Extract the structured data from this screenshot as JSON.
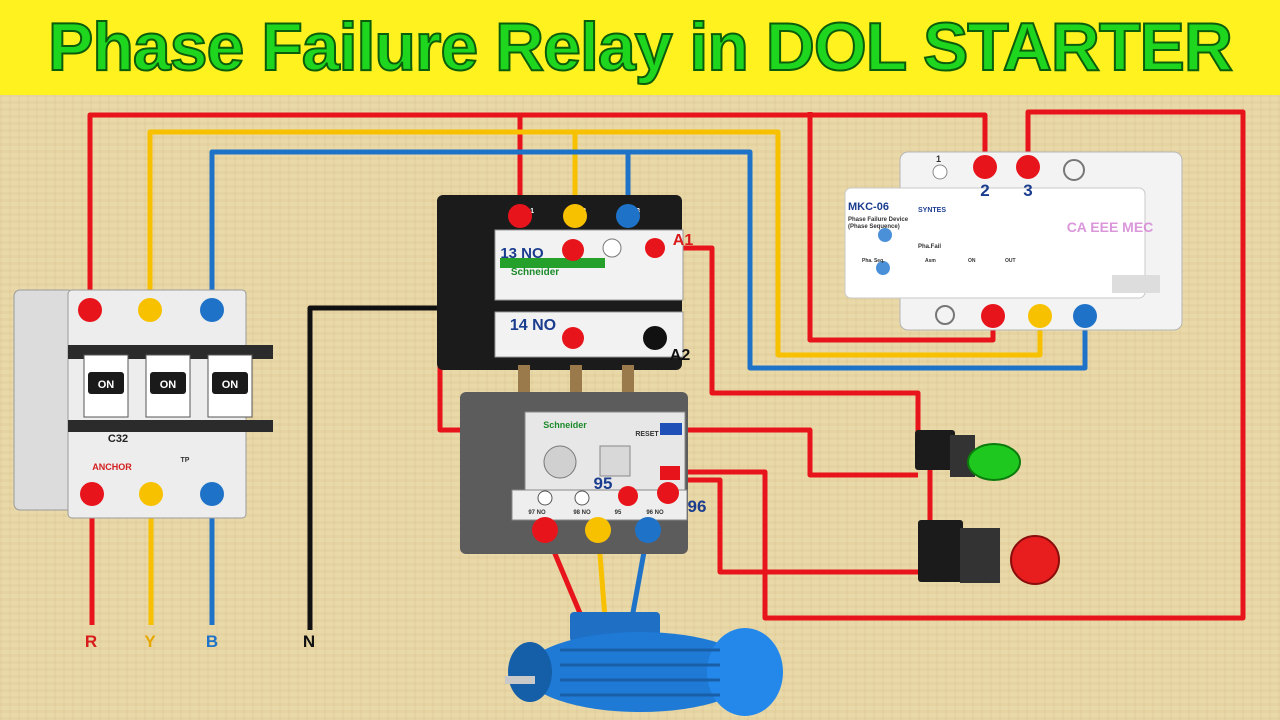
{
  "title": "Phase Failure Relay in DOL STARTER",
  "colors": {
    "title_bg": "#fff21e",
    "title_text": "#1fd61f",
    "background": "#ead9a8",
    "wire_red": "#e8141b",
    "wire_yellow": "#f8c100",
    "wire_blue": "#1e73c8",
    "wire_black": "#111111",
    "contactor_body": "#1b1b1b",
    "relay_body": "#f3f3f3",
    "motor": "#1f7ad6"
  },
  "breaker": {
    "rating": "C32",
    "brand": "ANCHOR",
    "poles": [
      "ON",
      "ON",
      "ON"
    ],
    "pole_labels": [
      "TP"
    ]
  },
  "supply_labels": {
    "r": "R",
    "y": "Y",
    "b": "B",
    "n": "N"
  },
  "contactor": {
    "brand": "Schneider",
    "terminals": [
      "L1",
      "L2",
      "L3"
    ],
    "aux_top": "13 NO",
    "aux_bottom": "14 NO",
    "coil_a1": "A1",
    "coil_a2": "A2"
  },
  "overload_relay": {
    "brand": "Schneider",
    "reset_label": "RESET",
    "terminal_95": "95",
    "terminal_96": "96",
    "small_labels": [
      "97 NO",
      "98 NO",
      "95",
      "96 NO"
    ]
  },
  "phase_relay": {
    "model": "MKC-06",
    "description_line1": "Phase Failure Device",
    "description_line2": "(Phase Sequence)",
    "brand": "SYNTES",
    "terminal_2": "2",
    "terminal_3": "3",
    "terminal_1": "1",
    "indicators": [
      "Pha. Seq.",
      "Asm",
      "ON",
      "OUT"
    ],
    "knob_label": "Pha.Fail",
    "watermark": "CA EEE MEC"
  },
  "push_buttons": {
    "start_color": "#1ec81e",
    "stop_color": "#e81e1e"
  },
  "motor": {
    "icon": "three-phase-motor-icon"
  }
}
